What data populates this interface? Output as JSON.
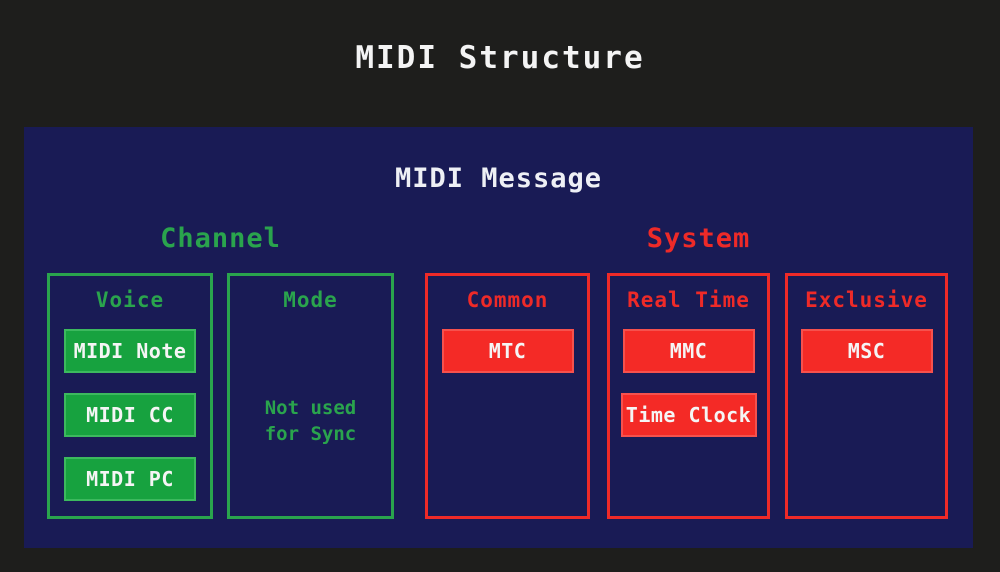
{
  "title": "MIDI Structure",
  "panel": {
    "title": "MIDI Message"
  },
  "groups": {
    "channel": {
      "label": "Channel"
    },
    "system": {
      "label": "System"
    }
  },
  "boxes": {
    "voice": {
      "label": "Voice",
      "items": [
        "MIDI Note",
        "MIDI CC",
        "MIDI PC"
      ]
    },
    "mode": {
      "label": "Mode",
      "note_lines": [
        "Not used",
        "for Sync"
      ]
    },
    "common": {
      "label": "Common",
      "items": [
        "MTC"
      ]
    },
    "realtime": {
      "label": "Real Time",
      "items": [
        "MMC",
        "Time Clock"
      ]
    },
    "exclusive": {
      "label": "Exclusive",
      "items": [
        "MSC"
      ]
    }
  },
  "colors": {
    "background": "#1e1e1c",
    "panel": "#191b55",
    "green": "#2aa44d",
    "green_fill": "#17a23f",
    "red": "#ee2a28",
    "red_fill": "#f42a26",
    "text": "#f5f5f5"
  }
}
